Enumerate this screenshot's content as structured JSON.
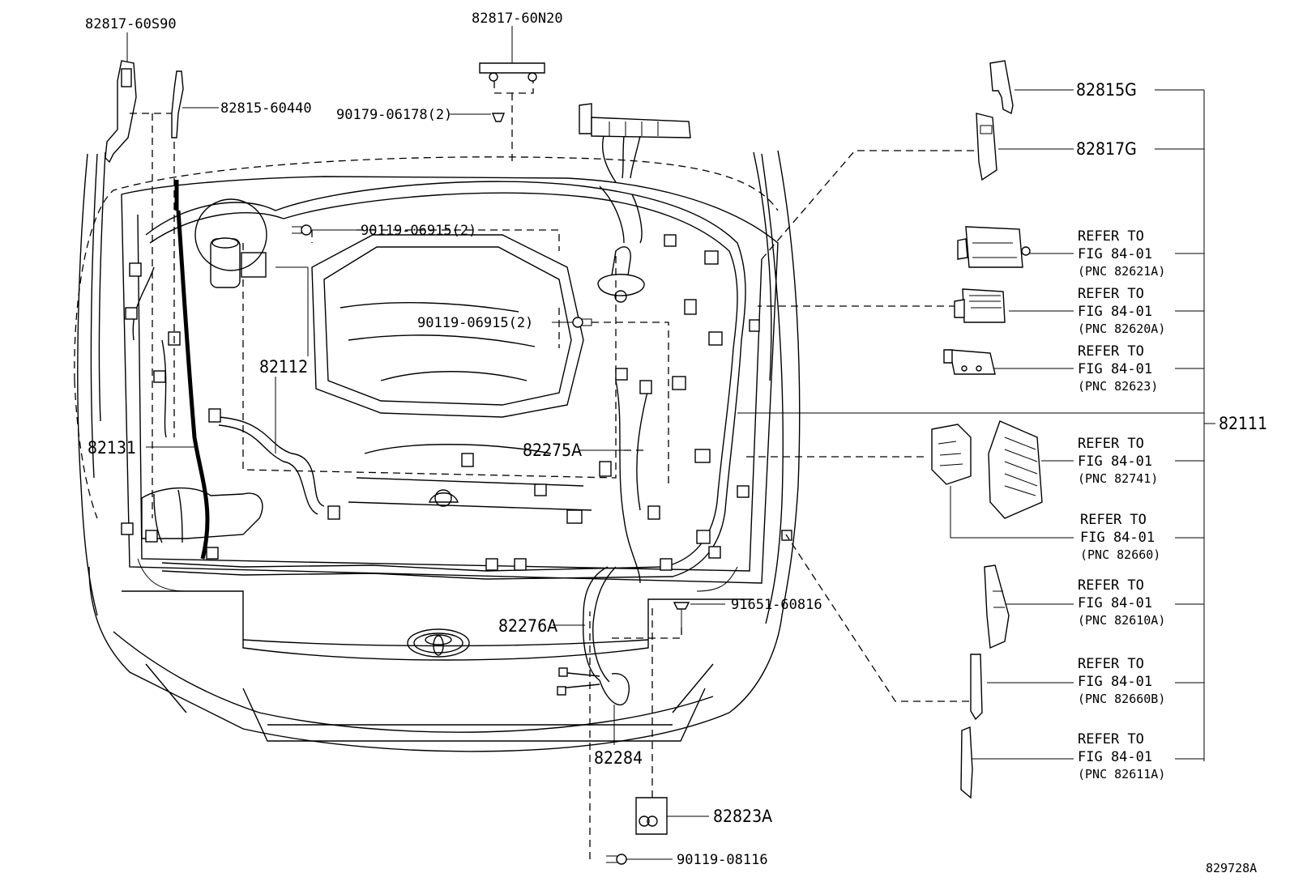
{
  "callouts": {
    "p82817_60S90": "82817-60S90",
    "p82817_60N20": "82817-60N20",
    "p82815_60440": "82815-60440",
    "p90179_06178": "90179-06178(2)",
    "p90119_06915_a": "90119-06915(2)",
    "p90119_06915_b": "90119-06915(2)",
    "p82112": "82112",
    "p82131": "82131",
    "p82275A": "82275A",
    "p82276A": "82276A",
    "p91651_60816": "91651-60816",
    "p82284": "82284",
    "p82823A": "82823A",
    "p90119_08116": "90119-08116",
    "p82815G": "82815G",
    "p82817G": "82817G",
    "p82111": "82111",
    "figure_id": "829728A"
  },
  "refs": [
    {
      "l1": "REFER TO",
      "l2": "FIG 84-01",
      "l3": "(PNC 82621A)"
    },
    {
      "l1": "REFER TO",
      "l2": "FIG 84-01",
      "l3": "(PNC 82620A)"
    },
    {
      "l1": "REFER TO",
      "l2": "FIG 84-01",
      "l3": "(PNC 82623)"
    },
    {
      "l1": "REFER TO",
      "l2": "FIG 84-01",
      "l3": "(PNC 82741)"
    },
    {
      "l1": "REFER TO",
      "l2": "FIG 84-01",
      "l3": "(PNC 82660)"
    },
    {
      "l1": "REFER TO",
      "l2": "FIG 84-01",
      "l3": "(PNC 82610A)"
    },
    {
      "l1": "REFER TO",
      "l2": "FIG 84-01",
      "l3": "(PNC 82660B)"
    },
    {
      "l1": "REFER TO",
      "l2": "FIG 84-01",
      "l3": "(PNC 82611A)"
    }
  ]
}
